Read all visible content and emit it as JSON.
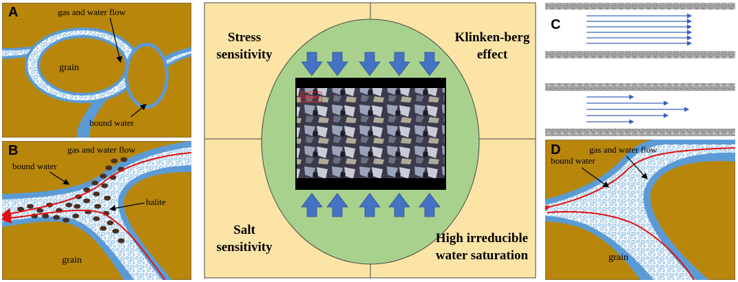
{
  "colors": {
    "grain": "#b8860b",
    "water_film": "#5b9bd5",
    "quadrant_fill": "#fce4a6",
    "circle_fill": "#a9d18e",
    "arrow_blue": "#4472c4",
    "flow_red": "#e01010",
    "halite": "#4a3020",
    "flow_line": "#3a5fbf"
  },
  "panel_a": {
    "letter": "A",
    "flow_label": "gas and water flow",
    "grain_label": "grain",
    "bound_label": "bound water"
  },
  "panel_b": {
    "letter": "B",
    "flow_label": "gas and water flow",
    "bound_label": "bound water",
    "halite_label": "halite",
    "grain_label": "grain"
  },
  "panel_c": {
    "letter": "C"
  },
  "panel_d": {
    "letter": "D",
    "flow_label": "gas and water flow",
    "bound_label": "bound water",
    "grain_label": "grain"
  },
  "center": {
    "top_left": [
      "Stress",
      "sensitivity"
    ],
    "top_right": [
      "Klinken-berg",
      "effect"
    ],
    "bottom_left": [
      "Salt",
      "sensitivity"
    ],
    "bottom_right": [
      "High irreducible",
      "water saturation"
    ],
    "scale_text": "500μm"
  }
}
